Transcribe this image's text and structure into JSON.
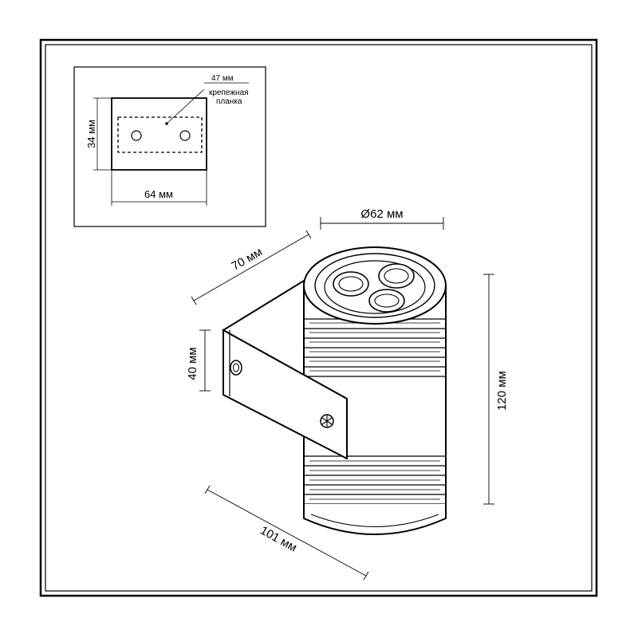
{
  "inset": {
    "height_label": "34 мм",
    "width_label": "64 мм",
    "plate_width_label": "47 мм",
    "plate_name_line1": "крепежная",
    "plate_name_line2": "планка"
  },
  "main": {
    "diameter_label": "Ø62 мм",
    "depth_label": "70 мм",
    "bracket_height_label": "40 мм",
    "height_label": "120 мм",
    "base_length_label": "101 мм"
  }
}
